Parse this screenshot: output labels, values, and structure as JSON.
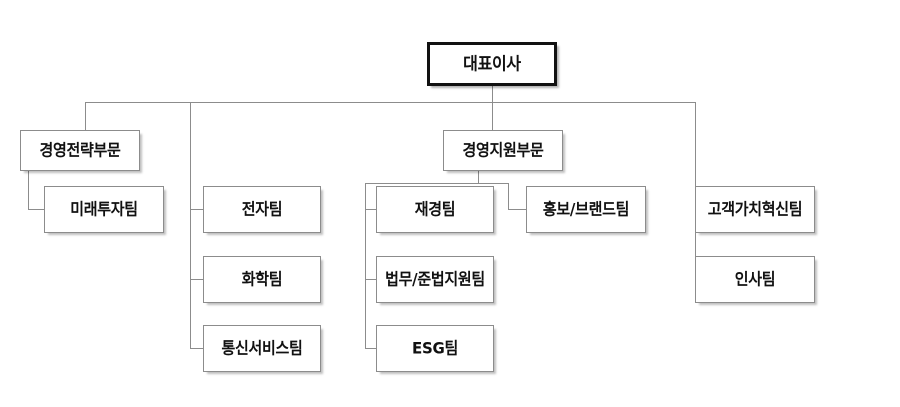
{
  "chart_data": {
    "type": "diagram",
    "title": "",
    "diagram_kind": "organization-chart",
    "orientation": "top-down",
    "line_color": "#8c8c8c",
    "root_border_color": "#111111",
    "box_fill": "#ffffff",
    "text_color": "#111111",
    "levels": 3,
    "node_count": 12,
    "nodes": [
      {
        "id": "ceo",
        "label": "대표이사",
        "level": 0,
        "parent": null
      },
      {
        "id": "strategy",
        "label": "경영전략부문",
        "level": 1,
        "parent": "ceo"
      },
      {
        "id": "support",
        "label": "경영지원부문",
        "level": 1,
        "parent": "ceo"
      },
      {
        "id": "future-invest",
        "label": "미래투자팀",
        "level": 2,
        "parent": "strategy"
      },
      {
        "id": "electronics",
        "label": "전자팀",
        "level": 2,
        "parent": "ceo"
      },
      {
        "id": "chemical",
        "label": "화학팀",
        "level": 2,
        "parent": "ceo"
      },
      {
        "id": "telecom",
        "label": "통신서비스팀",
        "level": 2,
        "parent": "ceo"
      },
      {
        "id": "finance",
        "label": "재경팀",
        "level": 2,
        "parent": "support"
      },
      {
        "id": "legal",
        "label": "법무/준법지원팀",
        "level": 2,
        "parent": "support"
      },
      {
        "id": "esg",
        "label": "ESG팀",
        "level": 2,
        "parent": "support"
      },
      {
        "id": "pr-brand",
        "label": "홍보/브랜드팀",
        "level": 2,
        "parent": "support"
      },
      {
        "id": "customer-value",
        "label": "고객가치혁신팀",
        "level": 2,
        "parent": "ceo"
      },
      {
        "id": "hr",
        "label": "인사팀",
        "level": 2,
        "parent": "ceo"
      }
    ]
  },
  "org": {
    "root": {
      "label": "대표이사"
    },
    "divisions": {
      "strategy": {
        "label": "경영전략부문"
      },
      "support": {
        "label": "경영지원부문"
      }
    },
    "teams": {
      "future_invest": {
        "label": "미래투자팀"
      },
      "electronics": {
        "label": "전자팀"
      },
      "chemical": {
        "label": "화학팀"
      },
      "telecom": {
        "label": "통신서비스팀"
      },
      "finance": {
        "label": "재경팀"
      },
      "legal": {
        "label": "법무/준법지원팀"
      },
      "esg": {
        "label": "ESG팀"
      },
      "pr_brand": {
        "label": "홍보/브랜드팀"
      },
      "customer_value": {
        "label": "고객가치혁신팀"
      },
      "hr": {
        "label": "인사팀"
      }
    }
  }
}
